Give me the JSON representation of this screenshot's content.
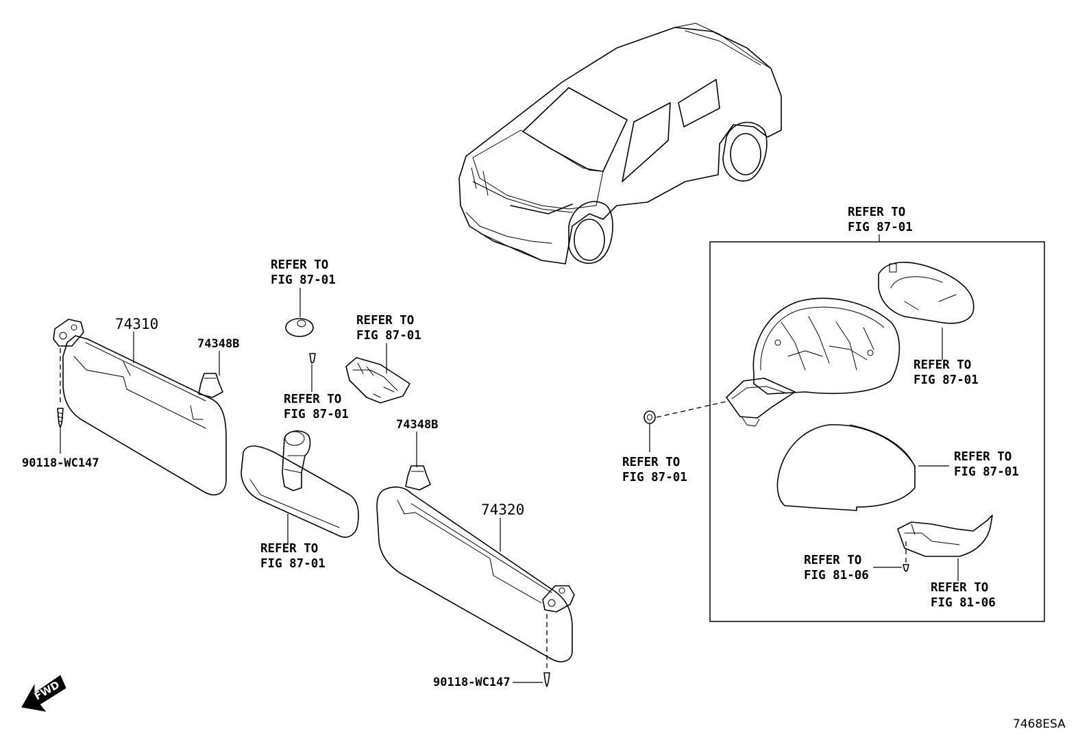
{
  "parts": {
    "visor_left": "74310",
    "visor_right": "74320",
    "holder_upper": "74348B",
    "holder_lower": "74348B",
    "screw_left": "90118-WC147",
    "screw_right": "90118-WC147"
  },
  "refs": {
    "dome_l1": "REFER TO",
    "dome_l2": "FIG 87-01",
    "clip_l1": "REFER TO",
    "clip_l2": "FIG 87-01",
    "lamp_l1": "REFER TO",
    "lamp_l2": "FIG 87-01",
    "mirror_l1": "REFER TO",
    "mirror_l2": "FIG 87-01",
    "nut_l1": "REFER TO",
    "nut_l2": "FIG 87-01",
    "box_l1": "REFER TO",
    "box_l2": "FIG 87-01",
    "glass_l1": "REFER TO",
    "glass_l2": "FIG 87-01",
    "cover_l1": "REFER TO",
    "cover_l2": "FIG 87-01",
    "signal_screw_l1": "REFER TO",
    "signal_screw_l2": "FIG 81-06",
    "signal_l1": "REFER TO",
    "signal_l2": "FIG 81-06"
  },
  "fwd": "FWD",
  "code": "7468ESA"
}
